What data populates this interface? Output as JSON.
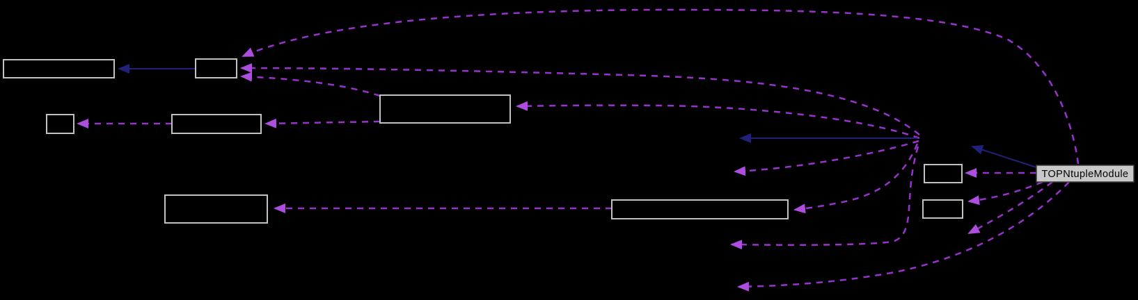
{
  "diagram": {
    "type": "collaboration-graph",
    "main_node": {
      "label": "TOPNtupleModule"
    },
    "nodes": [
      {
        "id": "node-top-left",
        "label": ""
      },
      {
        "id": "node-top-mid",
        "label": ""
      },
      {
        "id": "node-left-small",
        "label": ""
      },
      {
        "id": "node-left-mid",
        "label": ""
      },
      {
        "id": "node-center-upper",
        "label": ""
      },
      {
        "id": "node-lower-left",
        "label": ""
      },
      {
        "id": "node-lower-center",
        "label": ""
      },
      {
        "id": "node-right-small-upper",
        "label": ""
      },
      {
        "id": "node-right-small-lower",
        "label": ""
      }
    ],
    "colors": {
      "background": "#000000",
      "node_border": "#c2c2c2",
      "node_fill": "#000000",
      "main_node_fill": "#c9c9c9",
      "main_node_border": "#3c3c3c",
      "main_node_text": "#000000",
      "usage_edge": "#9a32cd",
      "usage_arrowhead": "#ae4ee0",
      "inheritance_edge": "#21217a"
    }
  }
}
